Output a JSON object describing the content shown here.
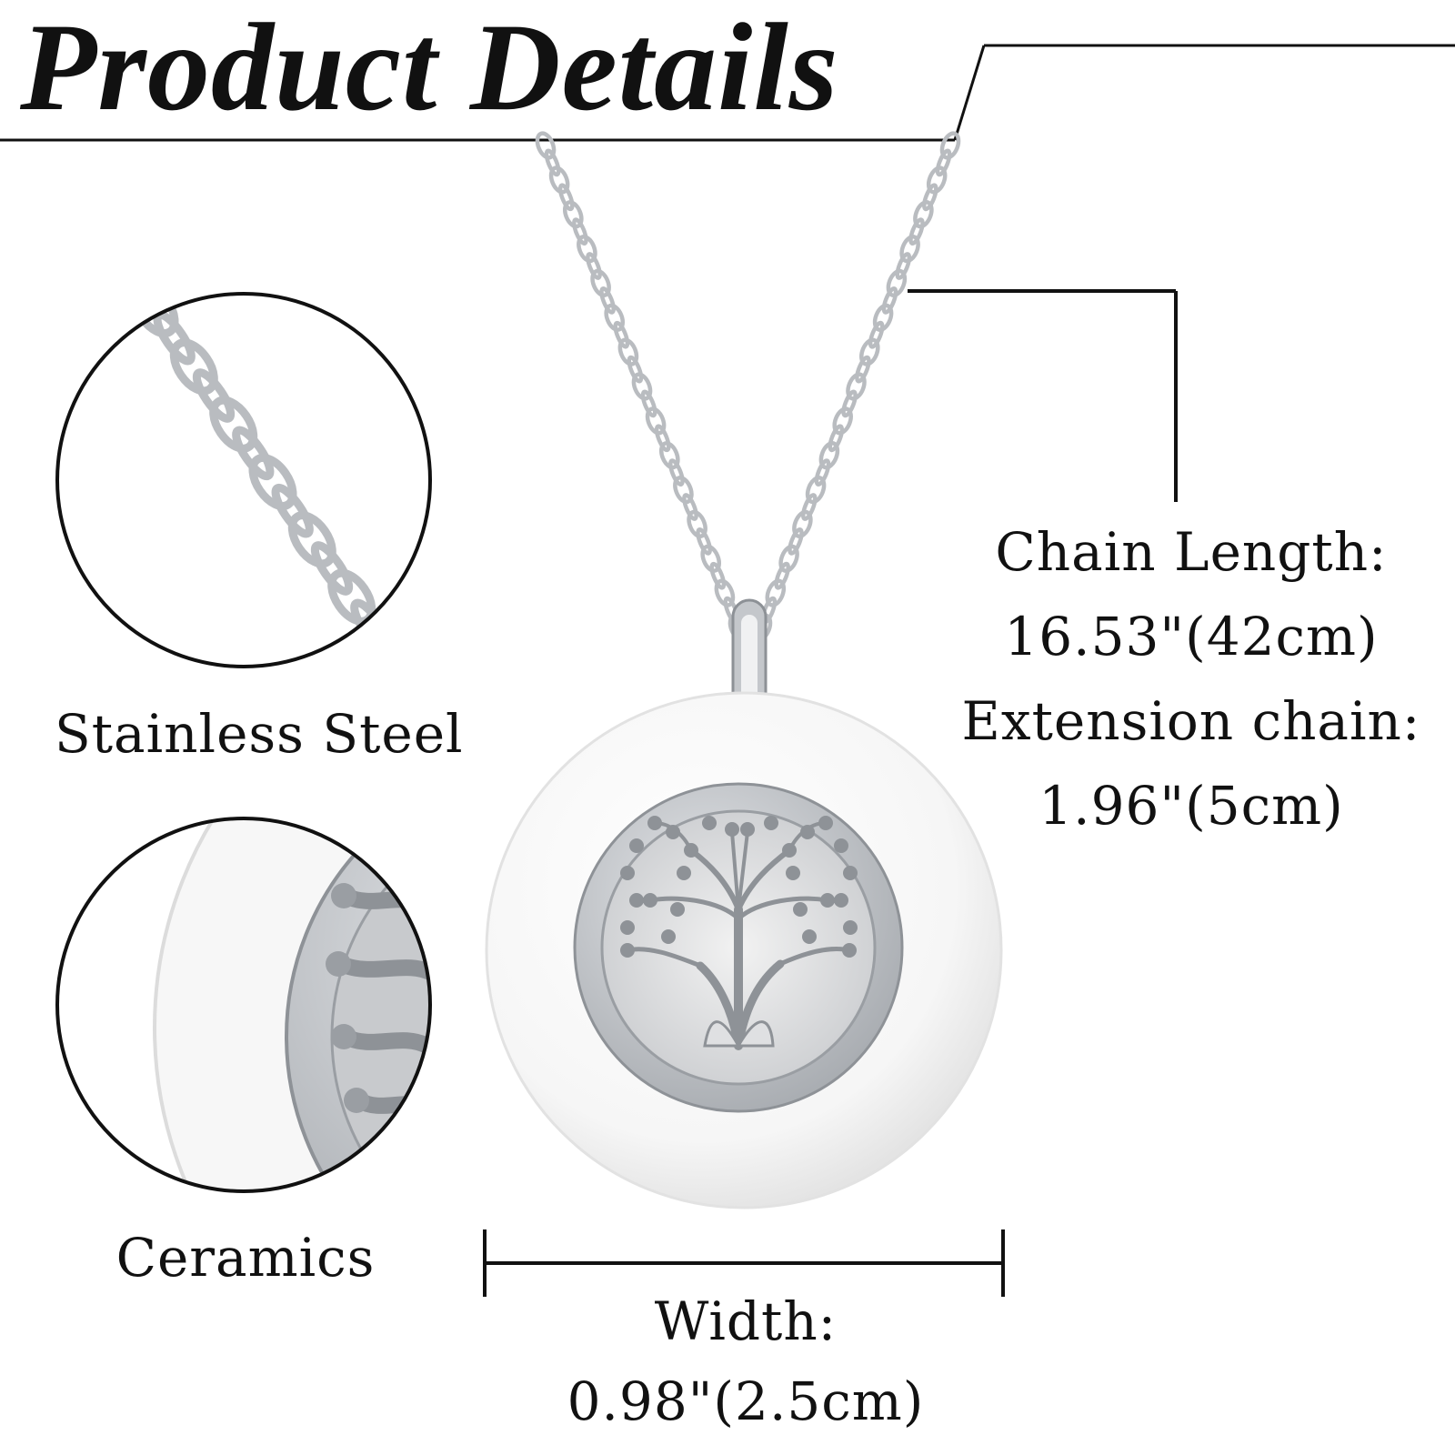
{
  "header": {
    "title": "Product Details"
  },
  "materials": {
    "chain": "Stainless Steel",
    "pendant": "Ceramics"
  },
  "specs": {
    "chain_length_label": "Chain Length:",
    "chain_length_value": "16.53\"(42cm)",
    "extension_label": "Extension chain:",
    "extension_value": "1.96\"(5cm)",
    "width_label": "Width:",
    "width_value": "0.98\"(2.5cm)"
  },
  "colors": {
    "ink": "#111111",
    "steel": "#b9bcc0",
    "ceramic": "#f4f4f4"
  },
  "icons": {
    "pendant": "tree-of-life-icon",
    "chain": "cable-chain-icon"
  }
}
